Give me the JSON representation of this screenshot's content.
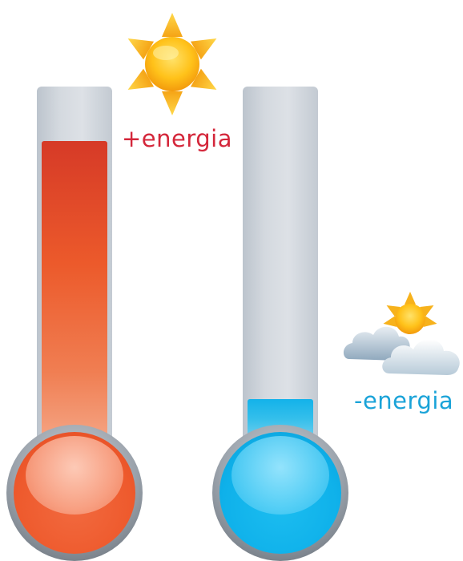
{
  "hot": {
    "label": "+energia",
    "label_color": "#d4263a",
    "level": 0.93,
    "icon": "sun-icon",
    "fill_color": "#e8552e"
  },
  "cold": {
    "label": "-energia",
    "label_color": "#1aa3d8",
    "level": 0.15,
    "icon": "cloud-sun-icon",
    "fill_color": "#17b6ea"
  }
}
